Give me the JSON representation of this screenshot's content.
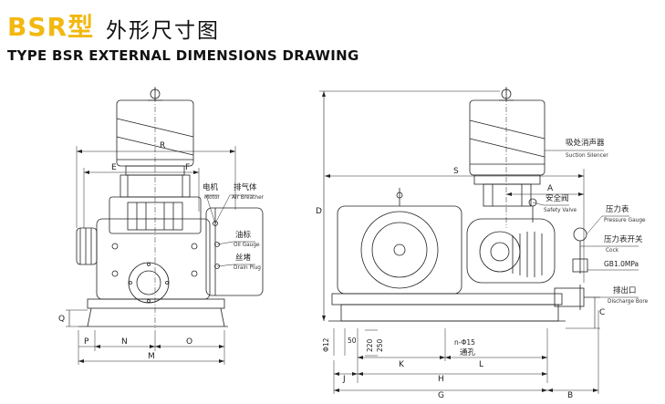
{
  "title": {
    "model": "BSR型",
    "cn": "外形尺寸图",
    "en": "TYPE BSR EXTERNAL DIMENSIONS DRAWING"
  },
  "colors": {
    "accent": "#f2b80f",
    "line": "#222222"
  },
  "left_view": {
    "dim_labels": {
      "R": "R",
      "E": "E",
      "F": "F",
      "Q": "Q",
      "P": "P",
      "N": "N",
      "O": "O",
      "M": "M"
    },
    "callouts": {
      "motor_cn": "电机",
      "motor_en": "Motor",
      "breather_cn": "排气体",
      "breather_en": "Air Breather",
      "oil_cn": "油标",
      "oil_en": "Oil Gauge",
      "drain_cn": "丝堵",
      "drain_en": "Drain Plug"
    }
  },
  "right_view": {
    "dim_labels": {
      "S": "S",
      "A": "A",
      "D": "D",
      "C": "C",
      "K": "K",
      "L": "L",
      "J": "J",
      "H": "H",
      "G": "G",
      "B": "B"
    },
    "callouts": {
      "silencer_cn": "吸处消声器",
      "silencer_en": "Suction Silencer",
      "valve_cn": "安全阀",
      "valve_en": "Safety Valve",
      "pgauge_cn": "压力表",
      "pgauge_en": "Pressure Gauge",
      "cock_cn": "压力表开关",
      "cock_en": "Cock",
      "gb": "GB1.0MPa",
      "bore_cn": "排出口",
      "bore_en": "Discharge Bore"
    },
    "small_dims": {
      "phi12": "Φ12",
      "d50": "50",
      "d220": "220",
      "d250": "250",
      "hole": "n-Φ15",
      "hole_cn": "通孔"
    }
  }
}
